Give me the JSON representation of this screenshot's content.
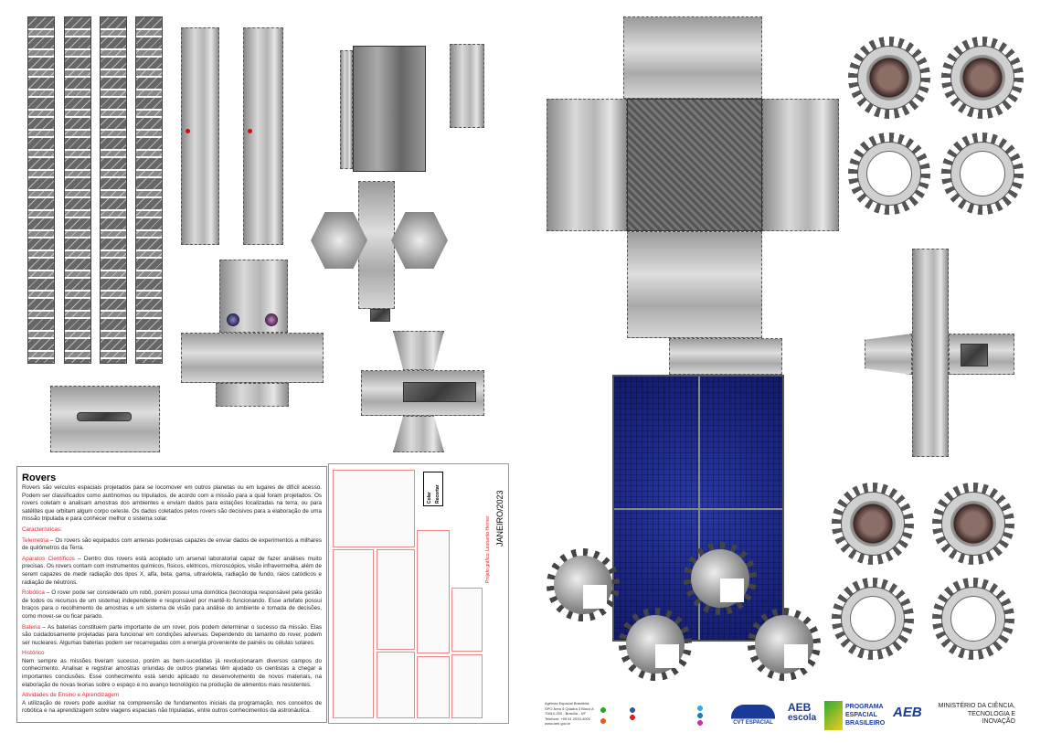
{
  "article": {
    "title": "Rovers",
    "intro": "Rovers são veículos espaciais projetados para se locomover em outros planetas ou em lugares de difícil acesso. Podem ser classificados como autônomos ou tripulados, de acordo com a missão para a qual foram projetados. Os rovers coletam e analisam amostras dos ambientes e enviam dados para estações localizadas na terra, ou para satélites que orbitam algum corpo celeste. Os dados coletados pelos rovers são decisivos para a elaboração de uma missão tripulada e para conhecer melhor o sistema solar.",
    "characteristics_heading": "Características:",
    "items": [
      {
        "term": "Telemetria",
        "text": " – Os rovers são equipados com antenas poderosas capazes de enviar dados de experimentos a milhares de quilômetros da Terra."
      },
      {
        "term": "Aparatos Científicos",
        "text": " – Dentro dos rovers está acoplado um arsenal laboratorial capaz de fazer análises muito precisas. Os rovers contam com instrumentos químicos, físicos, elétricos, microscópios, visão infravermelha, além de serem capazes de medir radiação dos tipos X, alfa, beta, gama, ultravioleta, radiação de fundo, raios catódicos e radiação de nêutrons."
      },
      {
        "term": "Robótica",
        "text": " – O rover pode ser considerado um robô, porém possui uma domótica (tecnologia responsável pela gestão de todos os recursos de um sistema) independente e responsável por mantê-lo funcionando. Esse artefato possui braços para o recolhimento de amostras e um sistema de visão para análise do ambiente e tomada de decisões, como mover-se ou ficar parado."
      },
      {
        "term": "Bateria",
        "text": " – As baterias constituem parte importante de um rover, pois podem determinar o sucesso da missão. Elas são cuidadosamente projetadas para funcionar em condições adversas. Dependendo do tamanho do rover, podem ser nucleares. Algumas baterias podem ser recarregadas com a energia proveniente de painéis ou células solares."
      }
    ],
    "history_heading": "Histórico",
    "history": "Nem sempre as missões tiveram sucesso, porém as bem-sucedidas já revolucionaram diversos campos do conhecimento. Analisar e registrar amostras oriundas de outros planetas têm ajudado os cientistas a chegar a importantes conclusões. Esse conhecimento está sendo aplicado no desenvolvimento de novos materiais, na elaboração de novas teorias sobre o espaço e no avanço tecnológico na produção de alimentos mais resistentes.",
    "activities_heading": "Atividades de Ensino e Aprendizagem",
    "activities": "A utilização de rovers pode auxiliar na compreensão de fundamentos iniciais da programação, nos conceitos de robótica e na aprendizagem sobre viagens espaciais não tripuladas, entre outros conhecimentos da astronáutica."
  },
  "instructions": {
    "legend_glue": "Colar",
    "legend_cut": "Recortar",
    "date": "JANEIRO/2023",
    "credit": "Projeto gráfico: Leonardo Heimer"
  },
  "footer": {
    "address": [
      "Agência Espacial Brasileira",
      "SPO Área 5 Quadra 3 Bloco A",
      "70610-200 - Brasília - DF",
      "Telefone: +55 61 2033-4000",
      "www.aeb.gov.br"
    ],
    "logos": {
      "cvt": "CVT ESPACIAL",
      "aeb_escola_1": "AEB",
      "aeb_escola_2": "escola",
      "peb": "PROGRAMA ESPACIAL BRASILEIRO",
      "aeb": "AEB",
      "ministry": "MINISTÉRIO DA CIÊNCIA, TECNOLOGIA E INOVAÇÃO"
    }
  },
  "colors": {
    "accent": "#e3262f",
    "solar": "#1a2590"
  }
}
